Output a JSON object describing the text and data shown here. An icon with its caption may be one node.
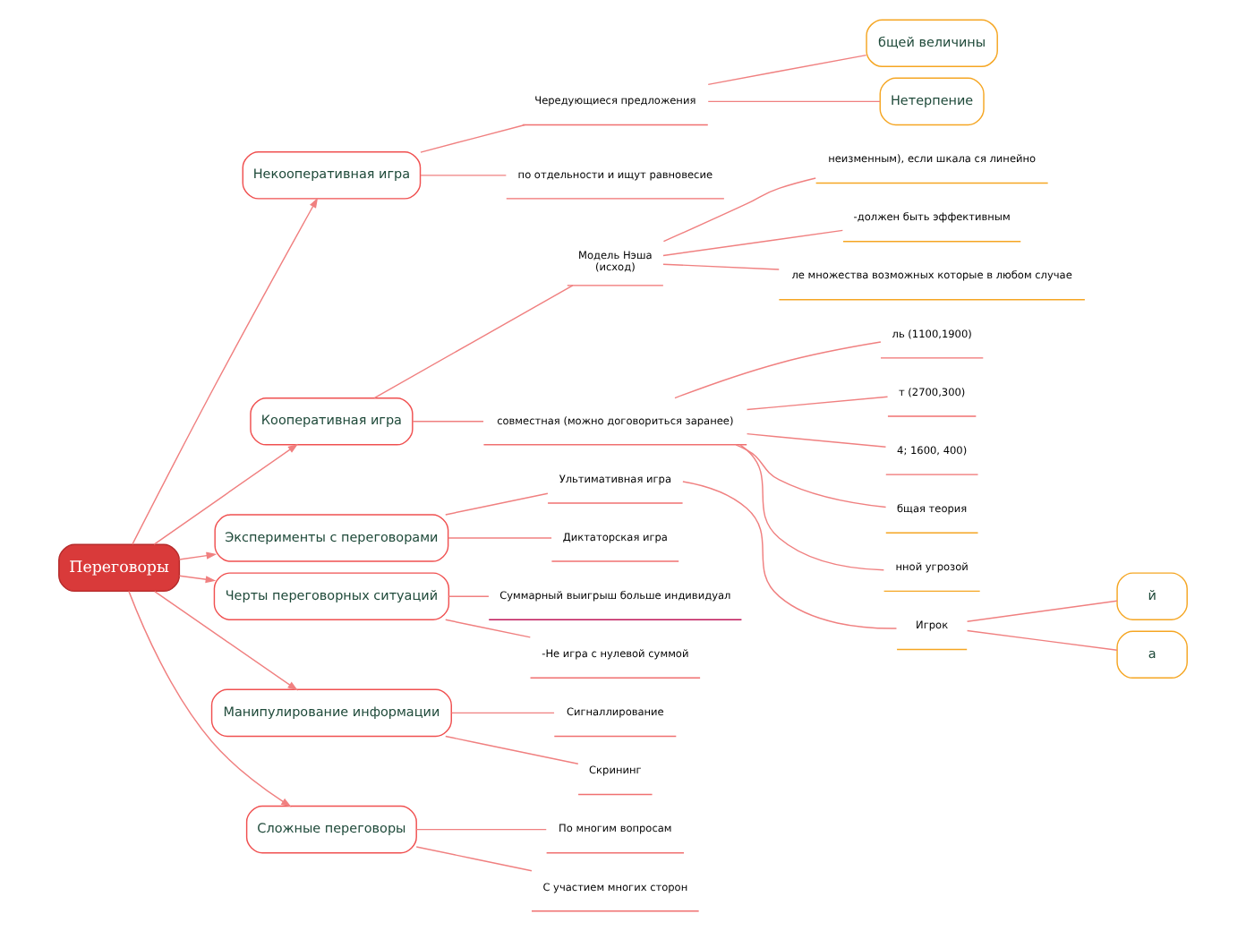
{
  "diagram": {
    "nodes": [
      {
        "text": [
          "Переговоры"
        ]
      },
      {
        "text": [
          "Некооперативная игра"
        ]
      },
      {
        "text": [
          "Чередующиеся предложения"
        ]
      },
      {
        "text": [
          "бщей величины"
        ]
      },
      {
        "text": [
          "Нетерпение"
        ]
      },
      {
        "text": [
          "по отдельности и ищут равновесие"
        ]
      },
      {
        "text": [
          "Кооперативная игра"
        ]
      },
      {
        "text": [
          "Модель Нэша",
          "(исход)"
        ]
      },
      {
        "text": [
          "неизменным), если шкала ся линейно"
        ]
      },
      {
        "text": [
          "-должен быть эффективным"
        ]
      },
      {
        "text": [
          "ле множества возможных которые в любом случае"
        ]
      },
      {
        "text": [
          "совместная (можно договориться заранее)"
        ]
      },
      {
        "text": [
          "ль (1100,1900)"
        ]
      },
      {
        "text": [
          "т (2700,300)"
        ]
      },
      {
        "text": [
          "4; 1600, 400)"
        ]
      },
      {
        "text": [
          "бщая теория"
        ]
      },
      {
        "text": [
          "нной угрозой"
        ]
      },
      {
        "text": [
          "Эксперименты с переговорами"
        ]
      },
      {
        "text": [
          "Ультимативная игра"
        ]
      },
      {
        "text": [
          "Игрок"
        ]
      },
      {
        "text": [
          "й"
        ]
      },
      {
        "text": [
          "а"
        ]
      },
      {
        "text": [
          "Диктаторская игра"
        ]
      },
      {
        "text": [
          "Черты переговорных ситуаций"
        ]
      },
      {
        "text": [
          "Суммарный выигрыш больше индивидуал"
        ]
      },
      {
        "text": [
          "-Не игра с нулевой суммой"
        ]
      },
      {
        "text": [
          "Манипулирование информации"
        ]
      },
      {
        "text": [
          "Сигналлирование"
        ]
      },
      {
        "text": [
          "Скрининг"
        ]
      },
      {
        "text": [
          "Сложные переговоры"
        ]
      },
      {
        "text": [
          "По многим вопросам"
        ]
      },
      {
        "text": [
          "С участием многих сторон"
        ]
      }
    ],
    "edges": [
      {
        "from": 0,
        "to": 1,
        "arrow": "to"
      },
      {
        "from": 1,
        "to": 2,
        "arrow": "none"
      },
      {
        "from": 2,
        "to": 3,
        "arrow": "none"
      },
      {
        "from": 2,
        "to": 4,
        "arrow": "none"
      },
      {
        "from": 1,
        "to": 5,
        "arrow": "none"
      },
      {
        "from": 0,
        "to": 6,
        "arrow": "to"
      },
      {
        "from": 6,
        "to": 7,
        "arrow": "none"
      },
      {
        "from": 7,
        "to": 8,
        "arrow": "none"
      },
      {
        "from": 7,
        "to": 9,
        "arrow": "none"
      },
      {
        "from": 7,
        "to": 10,
        "arrow": "none"
      },
      {
        "from": 6,
        "to": 11,
        "arrow": "none"
      },
      {
        "from": 11,
        "to": 12,
        "arrow": "none"
      },
      {
        "from": 11,
        "to": 13,
        "arrow": "none"
      },
      {
        "from": 11,
        "to": 14,
        "arrow": "none"
      },
      {
        "from": 11,
        "to": 15,
        "arrow": "none"
      },
      {
        "from": 11,
        "to": 16,
        "arrow": "none"
      },
      {
        "from": 0,
        "to": 17,
        "arrow": "to"
      },
      {
        "from": 17,
        "to": 18,
        "arrow": "none"
      },
      {
        "from": 18,
        "to": 19,
        "arrow": "none"
      },
      {
        "from": 19,
        "to": 20,
        "arrow": "none"
      },
      {
        "from": 19,
        "to": 21,
        "arrow": "none"
      },
      {
        "from": 17,
        "to": 22,
        "arrow": "none"
      },
      {
        "from": 0,
        "to": 23,
        "arrow": "to"
      },
      {
        "from": 23,
        "to": 24,
        "arrow": "none"
      },
      {
        "from": 23,
        "to": 25,
        "arrow": "none"
      },
      {
        "from": 0,
        "to": 26,
        "arrow": "to"
      },
      {
        "from": 26,
        "to": 27,
        "arrow": "none"
      },
      {
        "from": 26,
        "to": 28,
        "arrow": "none"
      },
      {
        "from": 0,
        "to": 29,
        "arrow": "to"
      },
      {
        "from": 29,
        "to": 30,
        "arrow": "none"
      },
      {
        "from": 29,
        "to": 31,
        "arrow": "none"
      }
    ]
  }
}
